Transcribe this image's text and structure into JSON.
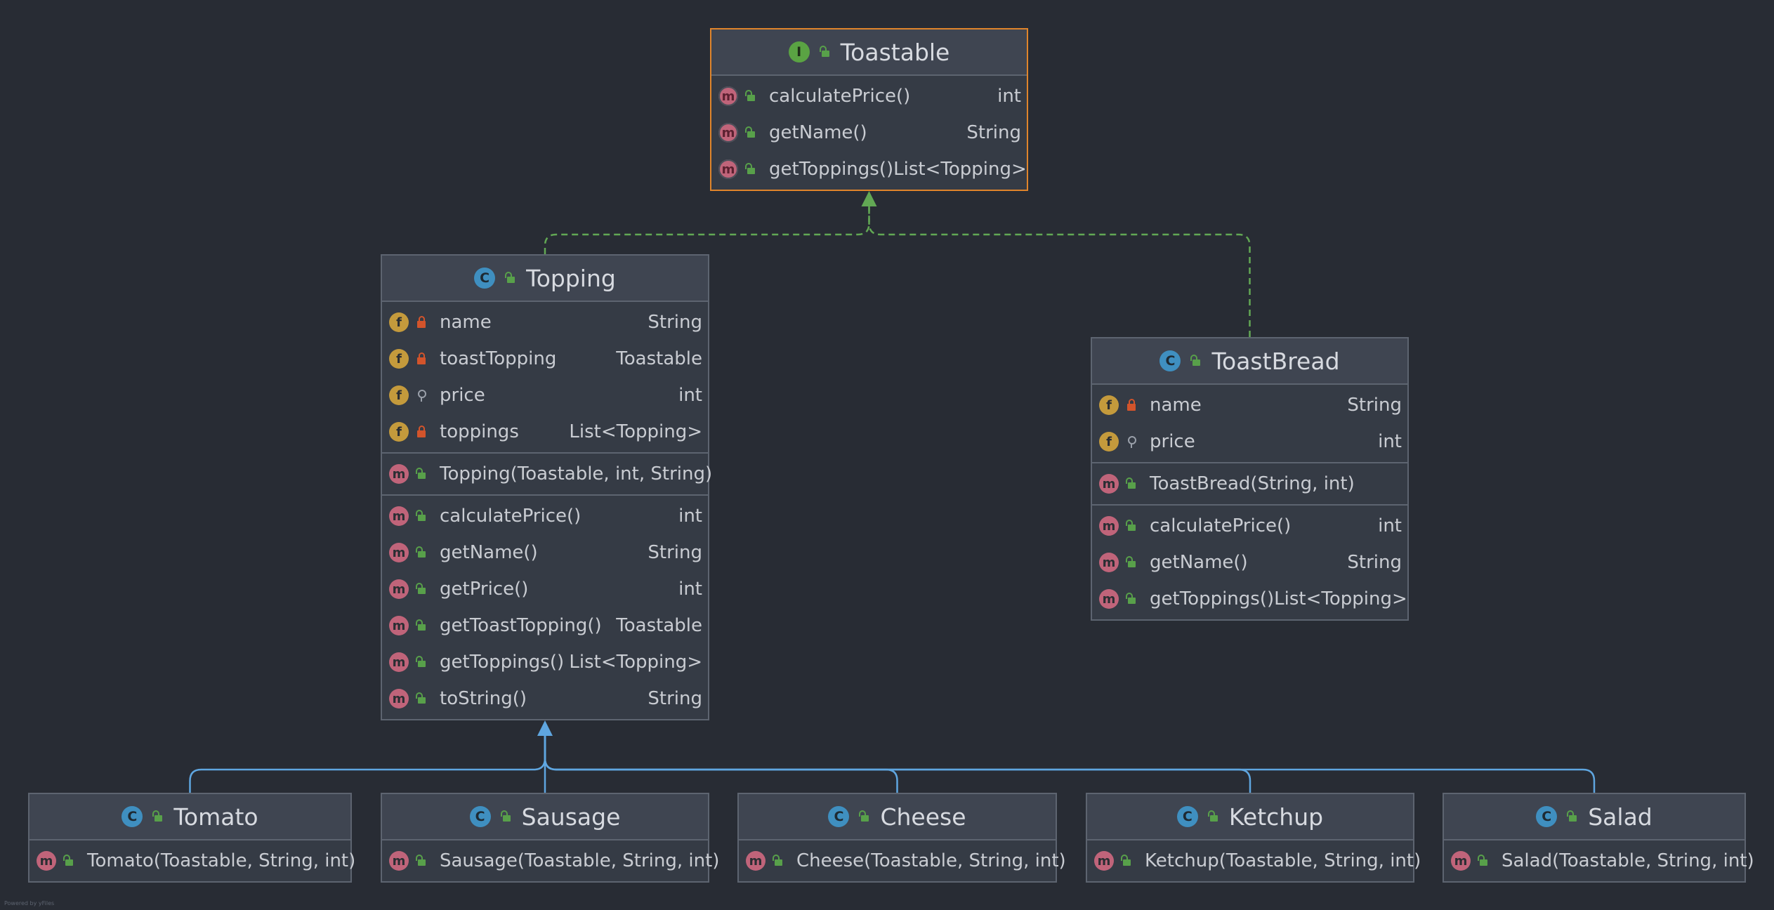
{
  "diagram": {
    "colors": {
      "background": "#282c34",
      "node_background": "#353b45",
      "node_border": "#5d6470",
      "selected_border": "#e0852b",
      "implements_edge": "#62a854",
      "extends_edge": "#5fa6e0"
    },
    "watermark": "Powered by yFiles",
    "nodes": {
      "toastable": {
        "name": "Toastable",
        "kind": "interface",
        "kind_letter": "I",
        "sections": [
          [
            {
              "kind": "abstract-method",
              "letter": "m",
              "visibility": "public",
              "name": "calculatePrice()",
              "type": "int"
            },
            {
              "kind": "abstract-method",
              "letter": "m",
              "visibility": "public",
              "name": "getName()",
              "type": "String"
            },
            {
              "kind": "abstract-method",
              "letter": "m",
              "visibility": "public",
              "name": "getToppings()",
              "type": "List<Topping>"
            }
          ]
        ]
      },
      "topping": {
        "name": "Topping",
        "kind": "abstract-class",
        "kind_letter": "C",
        "sections": [
          [
            {
              "kind": "field",
              "letter": "f",
              "visibility": "private",
              "name": "name",
              "type": "String"
            },
            {
              "kind": "field",
              "letter": "f",
              "visibility": "private",
              "name": "toastTopping",
              "type": "Toastable"
            },
            {
              "kind": "field",
              "letter": "f",
              "visibility": "package",
              "name": "price",
              "type": "int"
            },
            {
              "kind": "field",
              "letter": "f",
              "visibility": "private",
              "name": "toppings",
              "type": "List<Topping>"
            }
          ],
          [
            {
              "kind": "method",
              "letter": "m",
              "visibility": "public",
              "name": "Topping(Toastable, int, String)",
              "type": ""
            }
          ],
          [
            {
              "kind": "method",
              "letter": "m",
              "visibility": "public",
              "name": "calculatePrice()",
              "type": "int"
            },
            {
              "kind": "method",
              "letter": "m",
              "visibility": "public",
              "name": "getName()",
              "type": "String"
            },
            {
              "kind": "method",
              "letter": "m",
              "visibility": "public",
              "name": "getPrice()",
              "type": "int"
            },
            {
              "kind": "method",
              "letter": "m",
              "visibility": "public",
              "name": "getToastTopping()",
              "type": "Toastable"
            },
            {
              "kind": "method",
              "letter": "m",
              "visibility": "public",
              "name": "getToppings()",
              "type": "List<Topping>"
            },
            {
              "kind": "method",
              "letter": "m",
              "visibility": "public",
              "name": "toString()",
              "type": "String"
            }
          ]
        ]
      },
      "toastbread": {
        "name": "ToastBread",
        "kind": "class",
        "kind_letter": "C",
        "sections": [
          [
            {
              "kind": "field",
              "letter": "f",
              "visibility": "private",
              "name": "name",
              "type": "String"
            },
            {
              "kind": "field",
              "letter": "f",
              "visibility": "package",
              "name": "price",
              "type": "int"
            }
          ],
          [
            {
              "kind": "method",
              "letter": "m",
              "visibility": "public",
              "name": "ToastBread(String, int)",
              "type": ""
            }
          ],
          [
            {
              "kind": "method",
              "letter": "m",
              "visibility": "public",
              "name": "calculatePrice()",
              "type": "int"
            },
            {
              "kind": "method",
              "letter": "m",
              "visibility": "public",
              "name": "getName()",
              "type": "String"
            },
            {
              "kind": "method",
              "letter": "m",
              "visibility": "public",
              "name": "getToppings()",
              "type": "List<Topping>"
            }
          ]
        ]
      },
      "tomato": {
        "name": "Tomato",
        "kind": "class",
        "kind_letter": "C",
        "sections": [
          [
            {
              "kind": "method",
              "letter": "m",
              "visibility": "public",
              "name": "Tomato(Toastable, String, int)",
              "type": ""
            }
          ]
        ]
      },
      "sausage": {
        "name": "Sausage",
        "kind": "class",
        "kind_letter": "C",
        "sections": [
          [
            {
              "kind": "method",
              "letter": "m",
              "visibility": "public",
              "name": "Sausage(Toastable, String, int)",
              "type": ""
            }
          ]
        ]
      },
      "cheese": {
        "name": "Cheese",
        "kind": "class",
        "kind_letter": "C",
        "sections": [
          [
            {
              "kind": "method",
              "letter": "m",
              "visibility": "public",
              "name": "Cheese(Toastable, String, int)",
              "type": ""
            }
          ]
        ]
      },
      "ketchup": {
        "name": "Ketchup",
        "kind": "class",
        "kind_letter": "C",
        "sections": [
          [
            {
              "kind": "method",
              "letter": "m",
              "visibility": "public",
              "name": "Ketchup(Toastable, String, int)",
              "type": ""
            }
          ]
        ]
      },
      "salad": {
        "name": "Salad",
        "kind": "class",
        "kind_letter": "C",
        "sections": [
          [
            {
              "kind": "method",
              "letter": "m",
              "visibility": "public",
              "name": "Salad(Toastable, String, int)",
              "type": ""
            }
          ]
        ]
      }
    },
    "edges": [
      {
        "from": "topping",
        "to": "toastable",
        "type": "implements"
      },
      {
        "from": "toastbread",
        "to": "toastable",
        "type": "implements"
      },
      {
        "from": "tomato",
        "to": "topping",
        "type": "extends"
      },
      {
        "from": "sausage",
        "to": "topping",
        "type": "extends"
      },
      {
        "from": "cheese",
        "to": "topping",
        "type": "extends"
      },
      {
        "from": "ketchup",
        "to": "topping",
        "type": "extends"
      },
      {
        "from": "salad",
        "to": "topping",
        "type": "extends"
      }
    ]
  }
}
